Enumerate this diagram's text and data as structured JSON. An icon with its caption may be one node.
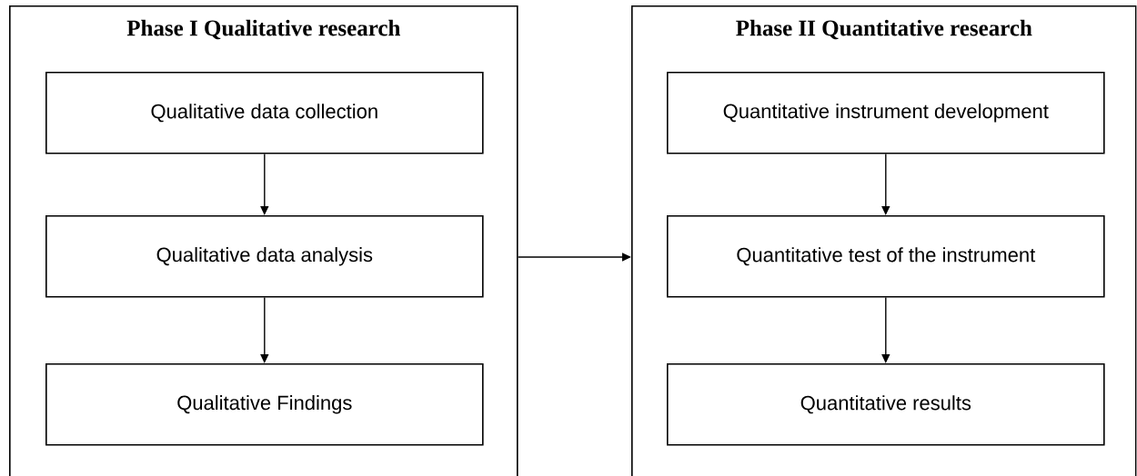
{
  "diagram": {
    "nodes": [
      {
        "text": [
          "Phase I Qualitative research"
        ]
      },
      {
        "text": [
          "Qualitative data collection"
        ],
        "in": 0
      },
      {
        "text": [
          "Qualitative data analysis"
        ],
        "in": 0
      },
      {
        "text": [
          "Qualitative Findings"
        ],
        "in": 0
      },
      {
        "text": [
          "Phase II Quantitative research"
        ]
      },
      {
        "text": [
          "Quantitative instrument development"
        ],
        "in": 4
      },
      {
        "text": [
          "Quantitative test of the instrument"
        ],
        "in": 4
      },
      {
        "text": [
          "Quantitative results"
        ],
        "in": 4
      }
    ],
    "edges": [
      {
        "from": 1,
        "to": 2,
        "arrow": "to"
      },
      {
        "from": 2,
        "to": 3,
        "arrow": "to"
      },
      {
        "from": 0,
        "to": 4,
        "arrow": "to"
      },
      {
        "from": 5,
        "to": 6,
        "arrow": "to"
      },
      {
        "from": 6,
        "to": 7,
        "arrow": "to"
      }
    ]
  }
}
